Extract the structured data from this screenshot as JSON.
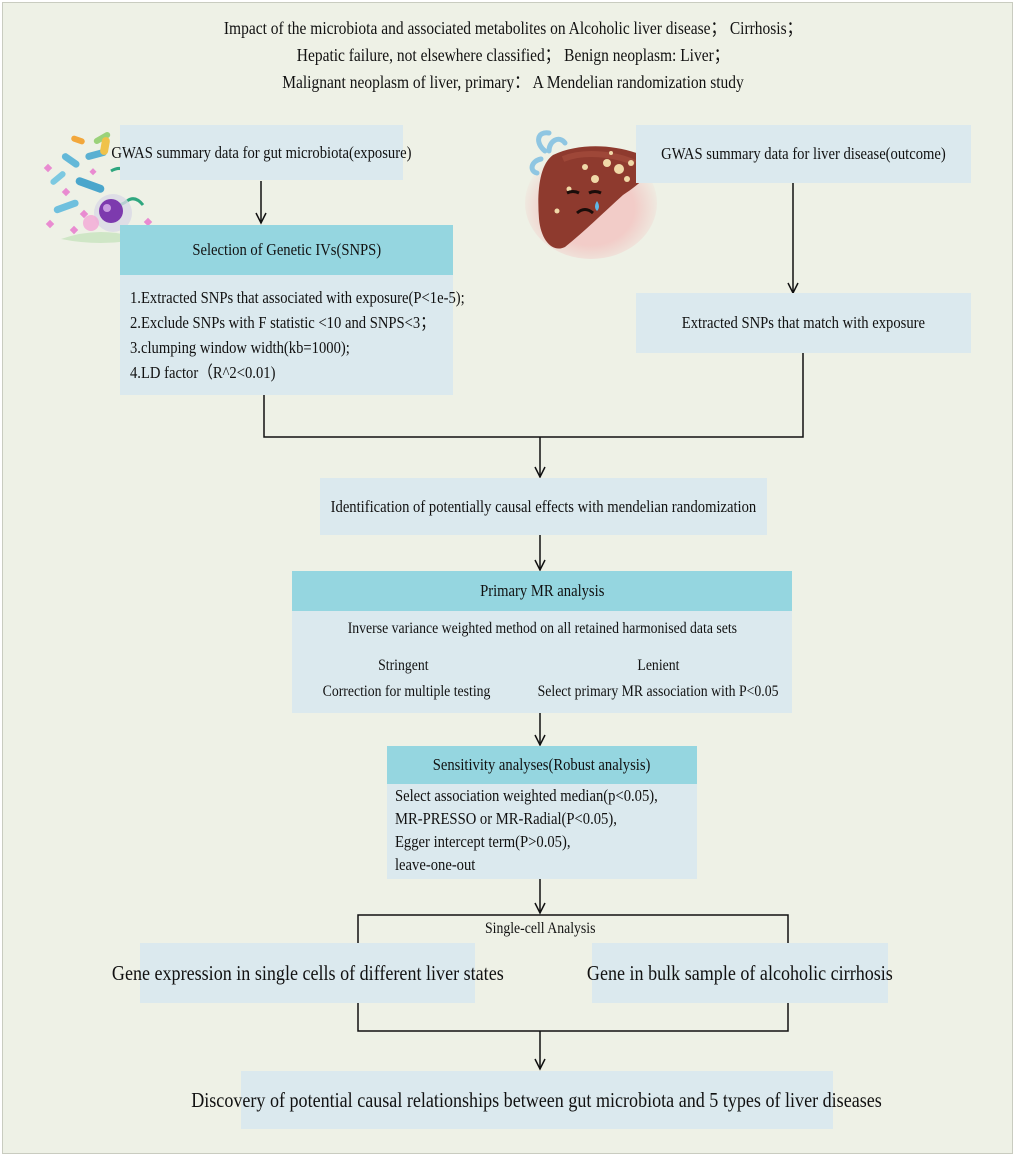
{
  "title_lines": [
    "Impact of the microbiota and associated metabolites on Alcoholic liver disease； Cirrhosis；",
    "Hepatic failure, not elsewhere classified； Benign neoplasm: Liver；",
    "Malignant neoplasm of liver, primary： A Mendelian randomization study"
  ],
  "gwas_exposure": "GWAS summary  data for gut microbiota(exposure)",
  "gwas_outcome": "GWAS summary  data for liver disease(outcome)",
  "selection": {
    "heading": "Selection of Genetic IVs(SNPS)",
    "items": [
      "1.Extracted SNPs that associated with exposure(P<1e-5);",
      "2.Exclude SNPs with F statistic <10 and SNPS<3；",
      "3.clumping window width(kb=1000);",
      "4.LD factor（R^2<0.01)"
    ]
  },
  "extracted_match": "Extracted SNPs that match with exposure",
  "identification": "Identification of potentially causal effects with mendelian randomization",
  "primary": {
    "heading": "Primary MR analysis",
    "method": "Inverse variance weighted method on all retained harmonised data sets",
    "stringent_label": "Stringent",
    "stringent_text": "Correction for multiple testing",
    "lenient_label": "Lenient",
    "lenient_text": "Select primary MR association with P<0.05"
  },
  "sensitivity": {
    "heading": "Sensitivity analyses(Robust analysis)",
    "items": [
      "Select association weighted median(p<0.05),",
      "MR-PRESSO or MR-Radial(P<0.05),",
      "Egger intercept term(P>0.05),",
      "leave-one-out"
    ]
  },
  "single_cell": {
    "label": "Single-cell Analysis",
    "left": "Gene expression in single cells of different liver states",
    "right": "Gene in bulk sample of alcoholic cirrhosis"
  },
  "discovery": "Discovery of potential causal relationships between gut microbiota and 5 types of liver diseases",
  "colors": {
    "background": "#eef1e6",
    "box": "#dbe9ee",
    "header": "#95d6e0",
    "liver": "#8e3a2e"
  },
  "icons": [
    "microbiota-illustration",
    "sad-liver-illustration"
  ]
}
